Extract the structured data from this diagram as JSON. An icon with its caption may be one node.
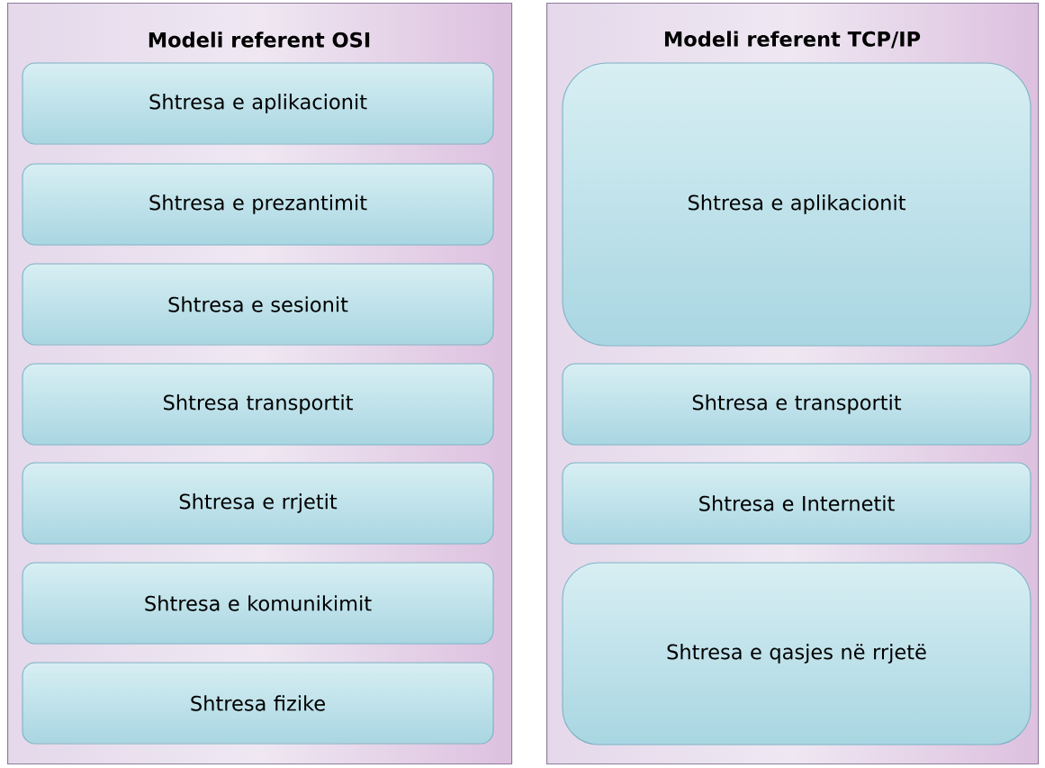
{
  "diagram": {
    "nodes": [
      {
        "text": [
          "Modeli referent OSI"
        ]
      },
      {
        "text": [
          "Shtresa e aplikacionit"
        ],
        "in": 0
      },
      {
        "text": [
          "Shtresa e prezantimit"
        ],
        "in": 0
      },
      {
        "text": [
          "Shtresa e sesionit"
        ],
        "in": 0
      },
      {
        "text": [
          "Shtresa transportit"
        ],
        "in": 0
      },
      {
        "text": [
          "Shtresa e rrjetit"
        ],
        "in": 0
      },
      {
        "text": [
          "Shtresa e komunikimit"
        ],
        "in": 0
      },
      {
        "text": [
          "Shtresa fizike"
        ],
        "in": 0
      },
      {
        "text": [
          "Modeli referent TCP/IP"
        ]
      },
      {
        "text": [
          "Shtresa e aplikacionit"
        ],
        "in": 8
      },
      {
        "text": [
          "Shtresa e transportit"
        ],
        "in": 8
      },
      {
        "text": [
          "Shtresa e Internetit"
        ],
        "in": 8
      },
      {
        "text": [
          "Shtresa e qasjes në rrjetë"
        ],
        "in": 8
      }
    ]
  }
}
